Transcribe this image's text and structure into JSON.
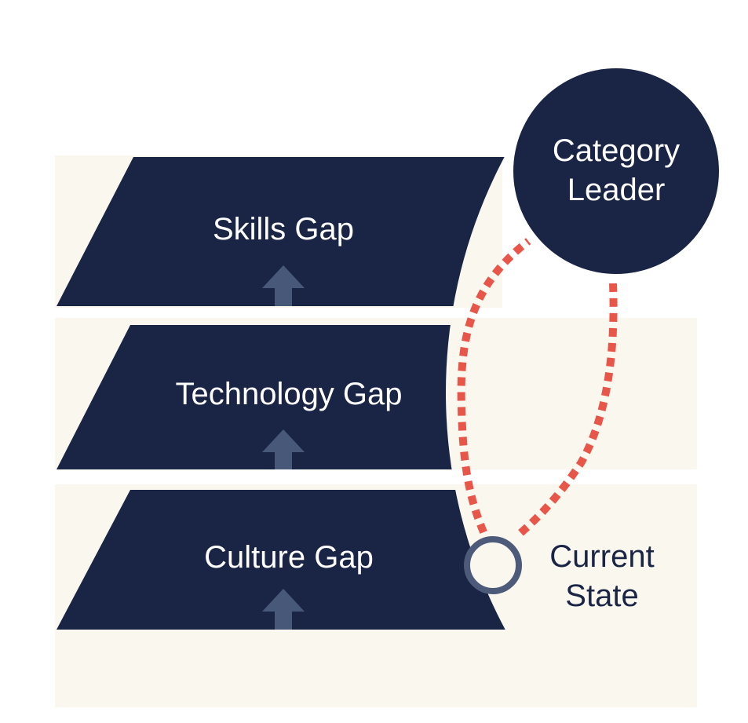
{
  "levels": [
    {
      "label": "Skills Gap"
    },
    {
      "label": "Technology Gap"
    },
    {
      "label": "Culture Gap"
    }
  ],
  "target": {
    "line1": "Category",
    "line2": "Leader"
  },
  "current": {
    "line1": "Current",
    "line2": "State"
  },
  "colors": {
    "navy": "#1a2546",
    "cream": "#faf7ef",
    "arrow": "#485879",
    "dots": "#e8564a",
    "ring": "#4e5a7a"
  }
}
